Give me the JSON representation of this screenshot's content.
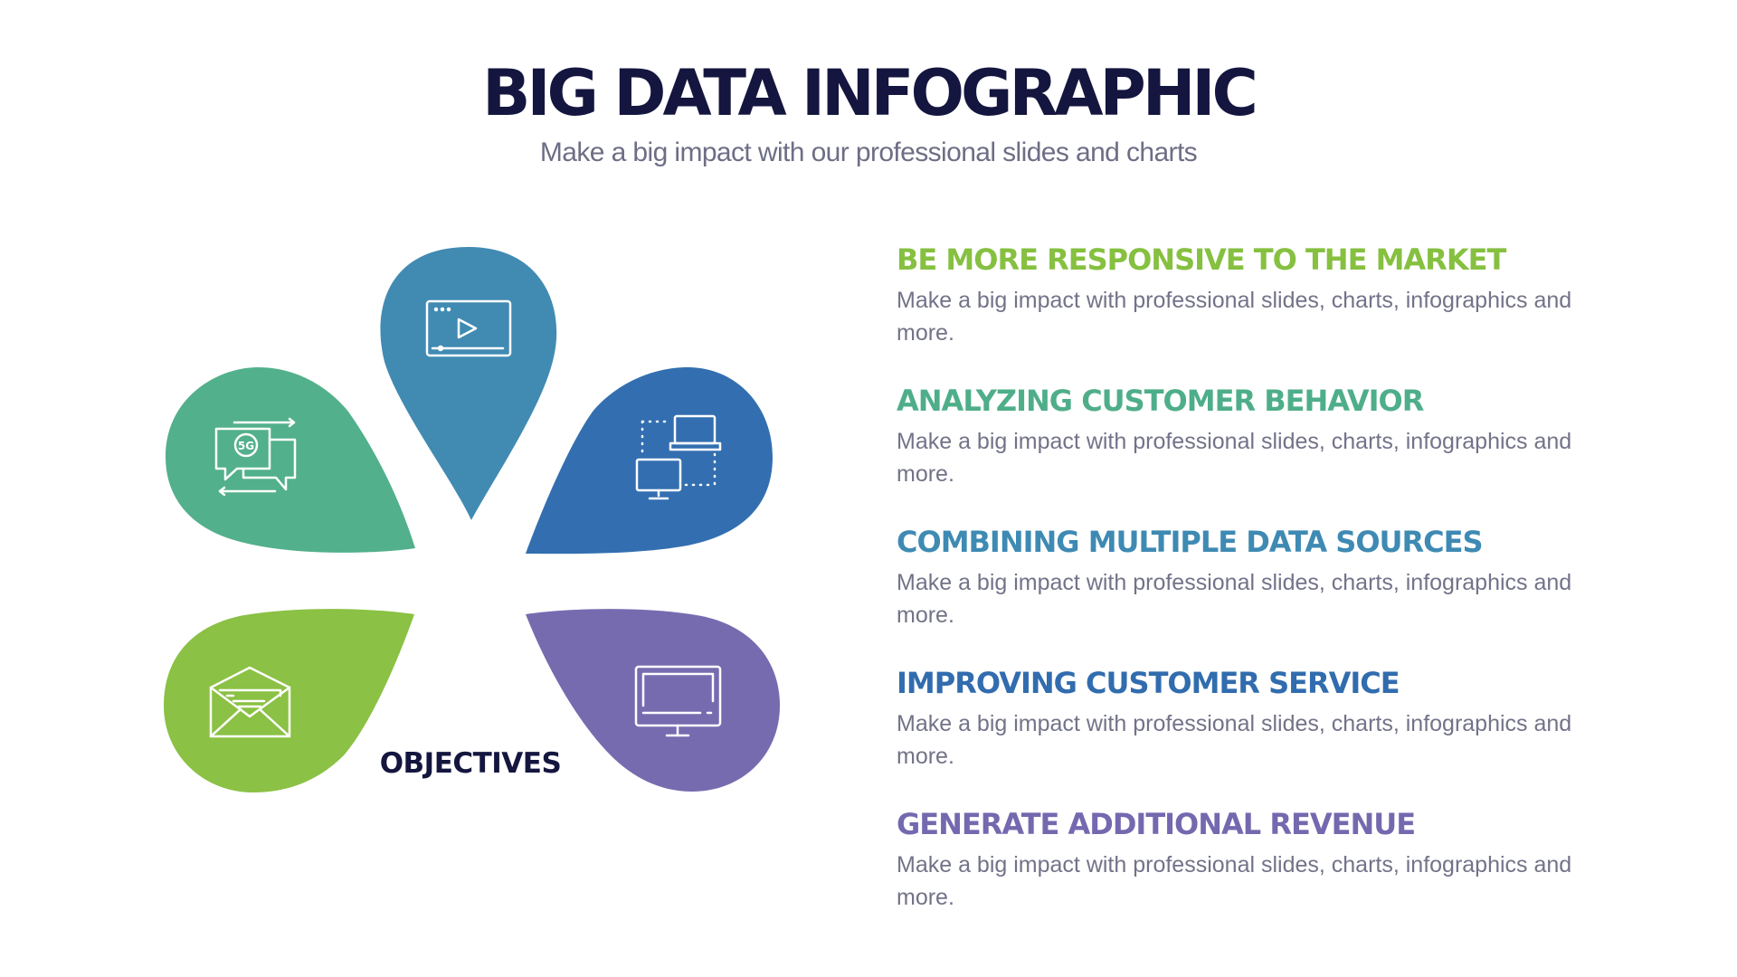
{
  "header": {
    "title": "BIG DATA INFOGRAPHIC",
    "subtitle": "Make a big impact with our professional slides and charts"
  },
  "diagram": {
    "center_label": "OBJECTIVES",
    "petals": [
      {
        "position": "top",
        "icon": "video-player-icon",
        "color": "#418bb3"
      },
      {
        "position": "upper-left",
        "icon": "5g-chat-icon",
        "color": "#52b08c"
      },
      {
        "position": "upper-right",
        "icon": "connected-devices-icon",
        "color": "#336fb0"
      },
      {
        "position": "lower-left",
        "icon": "open-envelope-icon",
        "color": "#8bc144"
      },
      {
        "position": "lower-right",
        "icon": "monitor-icon",
        "color": "#776bb0"
      }
    ]
  },
  "items": [
    {
      "heading": "BE MORE RESPONSIVE TO THE MARKET",
      "body": "Make a big impact with professional slides, charts, infographics and more.",
      "color": "#86c040"
    },
    {
      "heading": "ANALYZING CUSTOMER BEHAVIOR",
      "body": "Make a big impact with professional slides, charts, infographics and more.",
      "color": "#4fae8a"
    },
    {
      "heading": "COMBINING MULTIPLE DATA SOURCES",
      "body": "Make a big impact with professional slides, charts, infographics and more.",
      "color": "#3e8ab3"
    },
    {
      "heading": "IMPROVING CUSTOMER SERVICE",
      "body": "Make a big impact with professional slides, charts, infographics and more.",
      "color": "#316cae"
    },
    {
      "heading": "GENERATE ADDITIONAL REVENUE",
      "body": "Make a big impact with professional slides, charts, infographics and more.",
      "color": "#7469af"
    }
  ]
}
